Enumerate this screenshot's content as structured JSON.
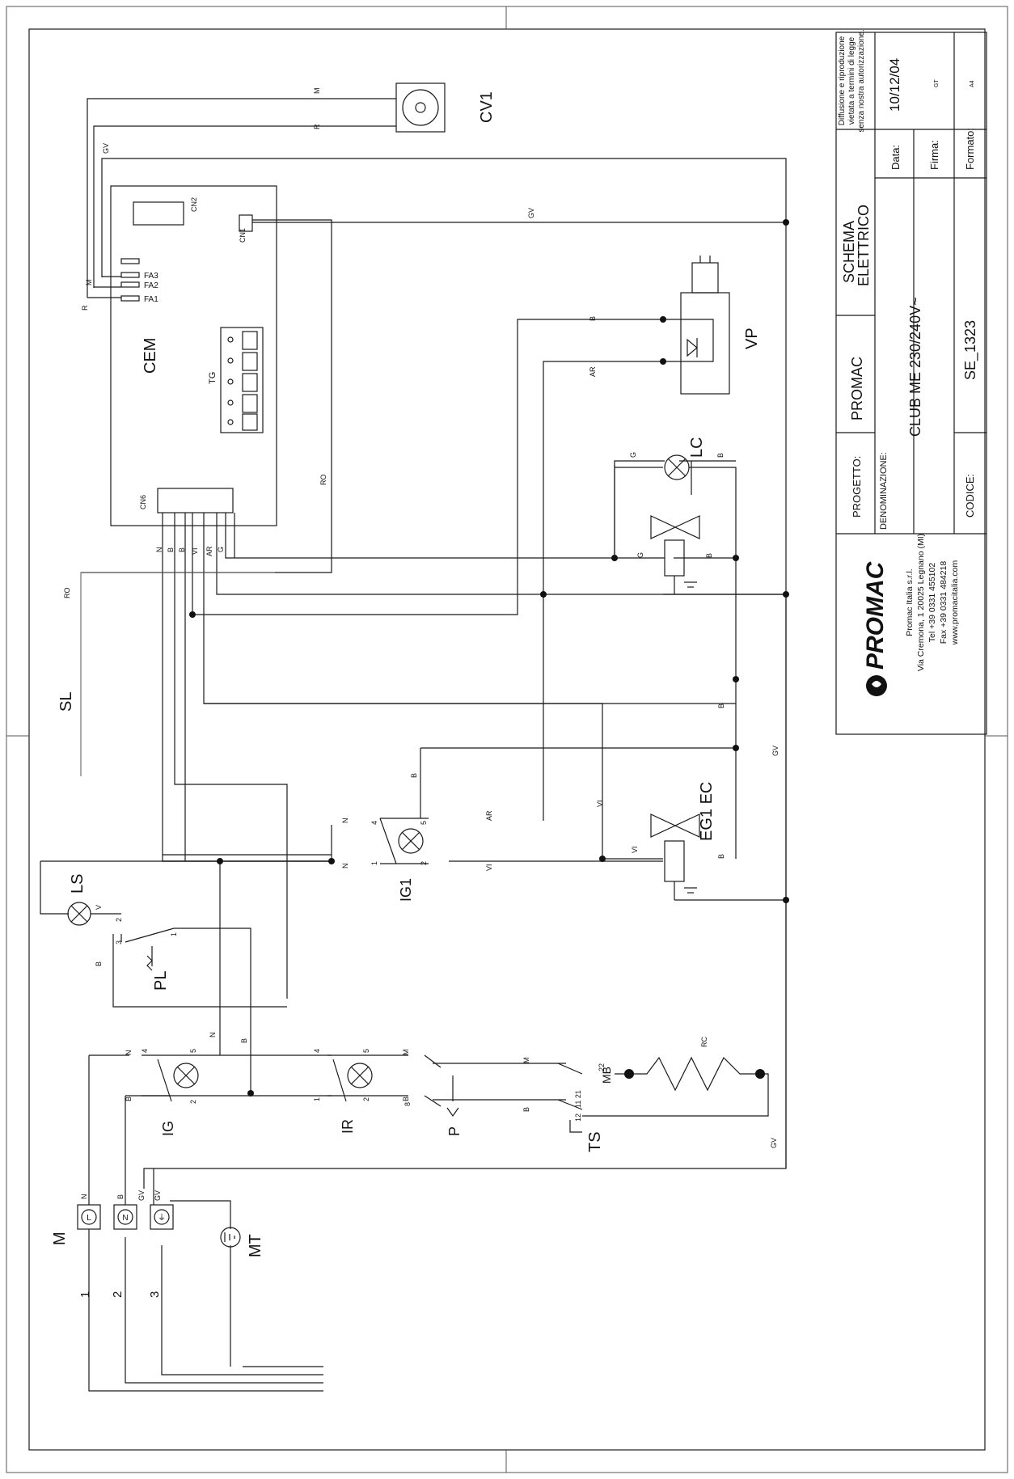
{
  "title_block": {
    "notice": [
      "Diffusione e riproduzione",
      "vietata a termini di legge",
      "senza nostra autorizzazione."
    ],
    "data_label": "Data:",
    "data_value": "10/12/04",
    "firma_label": "Firma:",
    "firma_value": "GT",
    "formato_label": "Formato:",
    "formato_value": "A4",
    "progetto_label": "PROGETTO:",
    "progetto_value": "PROMAC",
    "schema_line1": "SCHEMA",
    "schema_line2": "ELETTRICO",
    "denominazione_label": "DENOMINAZIONE:",
    "denominazione_value": "CLUB ME  230/240V~",
    "codice_label": "CODICE:",
    "codice_value": "SE_1323",
    "logo_text": "PROMAC",
    "company_lines": [
      "Promac Italia s.r.l.",
      "Via Cremona, 1 20025 Legnano (MI)",
      "Tel +39 0331 455102",
      "Fax +39 0331 484218",
      "www.promacitalia.com"
    ]
  },
  "components": {
    "cem": "CEM",
    "tg": "TG",
    "cn1": "CN1",
    "cn2": "CN2",
    "cn6": "CN6",
    "fa1": "FA1",
    "fa2": "FA2",
    "fa3": "FA3",
    "cv1": "CV1",
    "vp": "VP",
    "lc": "LC",
    "eg1_ec": "EG1 EC",
    "ig1": "IG1",
    "ig": "IG",
    "ir": "IR",
    "ls": "LS",
    "pl": "PL",
    "sl": "SL",
    "p": "P",
    "ts": "TS",
    "mb": "MB",
    "rc": "RC",
    "m": "M",
    "mt": "MT"
  },
  "wire_labels": {
    "n": "N",
    "b": "B",
    "vi": "VI",
    "ar": "AR",
    "g": "G",
    "gv": "GV",
    "ro": "RO",
    "m": "M",
    "r": "R",
    "v": "V"
  },
  "terminal_numbers": {
    "t1": "1",
    "t2": "2",
    "t3": "3",
    "t4": "4",
    "t5": "5",
    "t8": "8",
    "t11_21": "11 21",
    "t12": "12",
    "t22": "22"
  },
  "cable_numbers": [
    "1",
    "2",
    "3"
  ],
  "terminal_symbols": [
    "L",
    "N",
    "⏚"
  ]
}
